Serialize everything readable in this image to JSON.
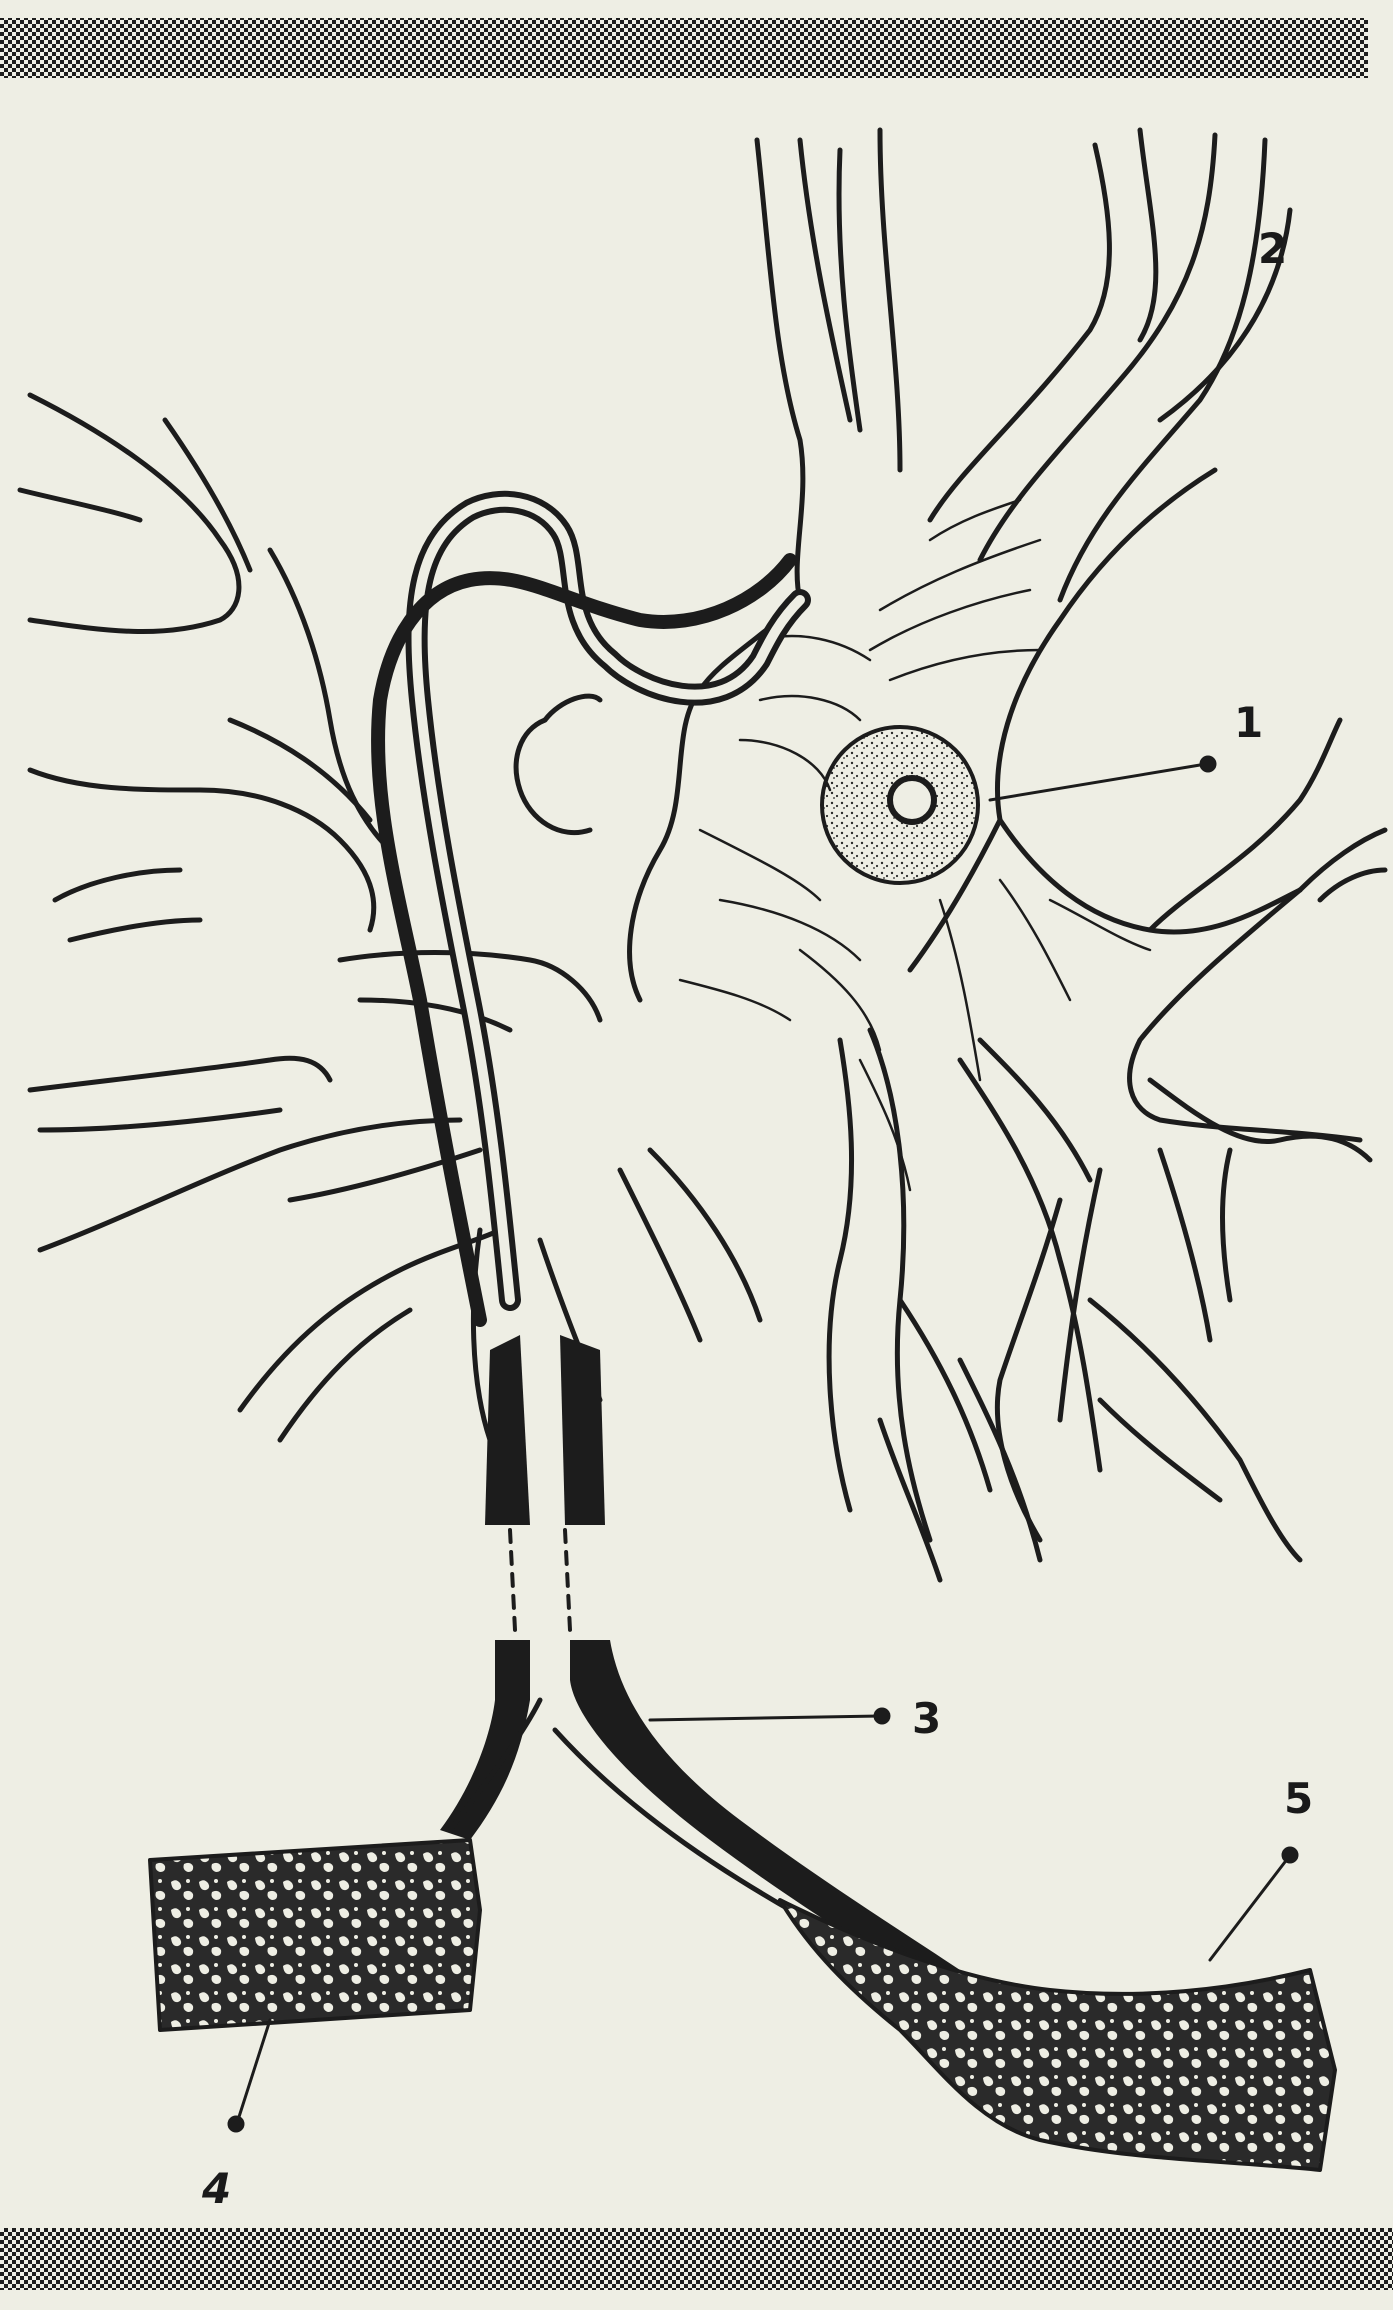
{
  "labels": {
    "one": "1",
    "two": "2",
    "three": "3",
    "four": "4",
    "five": "5"
  },
  "colors": {
    "paper": "#eeeee4",
    "ink": "#1c1c1c",
    "stipple": "#2a2a2a"
  }
}
